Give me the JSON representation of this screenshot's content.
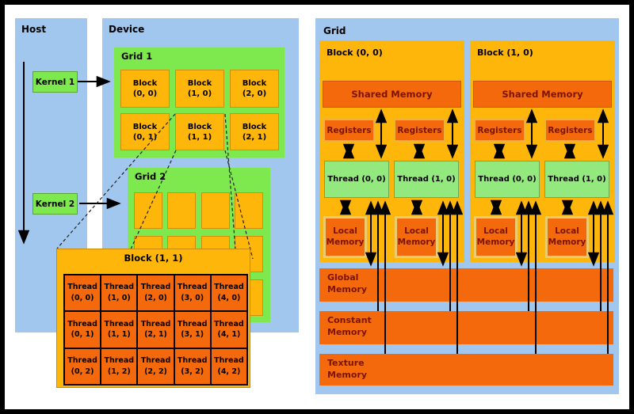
{
  "palette": {
    "panel_blue": "#A2C7EF",
    "grid_green": "#7EE94F",
    "thread_green": "#93E87E",
    "gold": "#FFB60A",
    "dark_orange": "#F4690C",
    "maroon": "#7A1400",
    "frame": "#000000"
  },
  "left": {
    "host_label": "Host",
    "device_label": "Device",
    "kernel1_label": "Kernel 1",
    "kernel2_label": "Kernel 2",
    "grid1": {
      "label": "Grid 1",
      "blocks": [
        {
          "l1": "Block",
          "l2": "(0, 0)"
        },
        {
          "l1": "Block",
          "l2": "(1, 0)"
        },
        {
          "l1": "Block",
          "l2": "(2, 0)"
        },
        {
          "l1": "Block",
          "l2": "(0, 1)"
        },
        {
          "l1": "Block",
          "l2": "(1, 1)"
        },
        {
          "l1": "Block",
          "l2": "(2, 1)"
        }
      ]
    },
    "grid2": {
      "label": "Grid 2"
    },
    "block_zoom": {
      "title": "Block (1, 1)",
      "threads": [
        "Thread (0, 0)",
        "Thread (1, 0)",
        "Thread (2, 0)",
        "Thread (3, 0)",
        "Thread (4, 0)",
        "Thread (0, 1)",
        "Thread (1, 1)",
        "Thread (2, 1)",
        "Thread (3, 1)",
        "Thread (4, 1)",
        "Thread (0, 2)",
        "Thread (1, 2)",
        "Thread (2, 2)",
        "Thread (3, 2)",
        "Thread (4, 2)"
      ]
    }
  },
  "right": {
    "grid_label": "Grid",
    "blocks": [
      {
        "label": "Block (0, 0)",
        "shared_memory": "Shared Memory",
        "registers1": "Registers",
        "registers2": "Registers",
        "thread1": "Thread (0, 0)",
        "thread2": "Thread (1, 0)",
        "local1": "Local Memory",
        "local2": "Local Memory"
      },
      {
        "label": "Block (1, 0)",
        "shared_memory": "Shared Memory",
        "registers1": "Registers",
        "registers2": "Registers",
        "thread1": "Thread (0, 0)",
        "thread2": "Thread (1, 0)",
        "local1": "Local Memory",
        "local2": "Local Memory"
      }
    ],
    "global_memory": "Global Memory",
    "constant_memory": "Constant Memory",
    "texture_memory": "Texture Memory"
  }
}
